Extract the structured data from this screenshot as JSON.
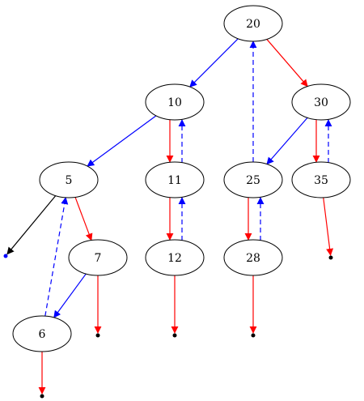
{
  "colors": {
    "red": "#ff0000",
    "blue": "#0000ff",
    "black": "#000000"
  },
  "nodes": [
    {
      "id": "n20",
      "label": "20"
    },
    {
      "id": "n10",
      "label": "10"
    },
    {
      "id": "n30",
      "label": "30"
    },
    {
      "id": "n5",
      "label": "5"
    },
    {
      "id": "n11",
      "label": "11"
    },
    {
      "id": "n25",
      "label": "25"
    },
    {
      "id": "n35",
      "label": "35"
    },
    {
      "id": "n7",
      "label": "7"
    },
    {
      "id": "n12",
      "label": "12"
    },
    {
      "id": "n28",
      "label": "28"
    },
    {
      "id": "n6",
      "label": "6"
    }
  ],
  "edges": [
    {
      "from": "n20",
      "to": "n10",
      "color": "blue",
      "style": "solid"
    },
    {
      "from": "n20",
      "to": "n30",
      "color": "red",
      "style": "solid"
    },
    {
      "from": "n10",
      "to": "n5",
      "color": "blue",
      "style": "solid"
    },
    {
      "from": "n10",
      "to": "n11",
      "color": "red",
      "style": "solid"
    },
    {
      "from": "n11",
      "to": "n10",
      "color": "blue",
      "style": "dashed"
    },
    {
      "from": "n11",
      "to": "n12",
      "color": "red",
      "style": "solid"
    },
    {
      "from": "n12",
      "to": "n11",
      "color": "blue",
      "style": "dashed"
    },
    {
      "from": "n25",
      "to": "n20",
      "color": "blue",
      "style": "dashed"
    },
    {
      "from": "n25",
      "to": "n28",
      "color": "red",
      "style": "solid"
    },
    {
      "from": "n28",
      "to": "n25",
      "color": "blue",
      "style": "dashed"
    },
    {
      "from": "n30",
      "to": "n25",
      "color": "blue",
      "style": "solid"
    },
    {
      "from": "n30",
      "to": "n35",
      "color": "red",
      "style": "solid"
    },
    {
      "from": "n35",
      "to": "n30",
      "color": "blue",
      "style": "dashed"
    },
    {
      "from": "n5",
      "to": "null5",
      "color": "black",
      "style": "solid"
    },
    {
      "from": "n5",
      "to": "n7",
      "color": "red",
      "style": "solid"
    },
    {
      "from": "n6",
      "to": "n5",
      "color": "blue",
      "style": "dashed"
    },
    {
      "from": "n7",
      "to": "n6",
      "color": "blue",
      "style": "solid"
    },
    {
      "from": "n7",
      "to": "null7",
      "color": "red",
      "style": "solid"
    },
    {
      "from": "n6",
      "to": "null6",
      "color": "red",
      "style": "solid"
    },
    {
      "from": "n12",
      "to": "null12",
      "color": "red",
      "style": "solid"
    },
    {
      "from": "n28",
      "to": "null28",
      "color": "red",
      "style": "solid"
    },
    {
      "from": "n35",
      "to": "null35",
      "color": "red",
      "style": "solid"
    }
  ],
  "null_points": [
    {
      "id": "null5",
      "color": "blue"
    },
    {
      "id": "null7",
      "color": "black"
    },
    {
      "id": "null6",
      "color": "black"
    },
    {
      "id": "null12",
      "color": "black"
    },
    {
      "id": "null28",
      "color": "black"
    },
    {
      "id": "null35",
      "color": "black"
    }
  ]
}
